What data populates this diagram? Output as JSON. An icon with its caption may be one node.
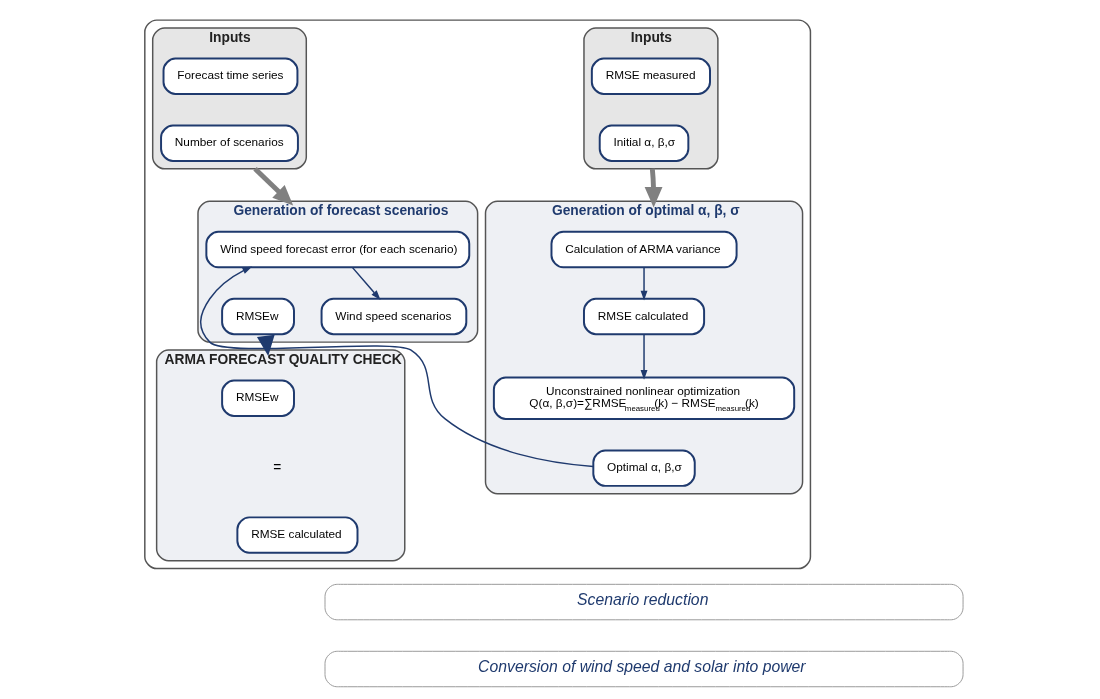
{
  "diagram": {
    "nodes": [
      {
        "text": [],
        "shape": "box"
      },
      {
        "text": [
          "Inputs"
        ],
        "in": 0
      },
      {
        "text": [
          "RMSE measured"
        ],
        "in": 1
      },
      {
        "text": [
          "Initial α, β,σ"
        ],
        "in": 1
      },
      {
        "text": [
          "Generation of optimal α, β, σ"
        ],
        "in": 0
      },
      {
        "text": [
          "Calculation of ARMA variance"
        ],
        "in": 4
      },
      {
        "text": [
          "RMSE calculated"
        ],
        "in": 4
      },
      {
        "text": [
          "Unconstrained nonlinear optimization",
          "Q(α, β,σ)=∑RMSE$_{measured}$(k) − RMSE$_{measured}$(k)"
        ],
        "in": 4
      },
      {
        "text": [
          "Optimal α, β,σ"
        ],
        "in": 4
      },
      {
        "text": [
          "Inputs"
        ],
        "in": 0
      },
      {
        "text": [
          "Forecast time series"
        ],
        "in": 9
      },
      {
        "text": [
          "Number of scenarios"
        ],
        "in": 9
      },
      {
        "text": [
          "Generation of forecast scenarios"
        ],
        "in": 0
      },
      {
        "text": [
          "Wind speed forecast error (for each scenario)"
        ],
        "in": 12
      },
      {
        "text": [
          "Wind speed scenarios"
        ],
        "in": 12
      },
      {
        "text": [
          "RMSEw"
        ],
        "in": 12
      },
      {
        "text": [
          "ARMA FORECAST QUALITY CHECK"
        ],
        "in": 0
      },
      {
        "text": [
          "RMSEw"
        ],
        "in": 16
      },
      {
        "text": [
          "RMSE calculated"
        ],
        "in": 16
      },
      {
        "text": [
          "Scenario reduction"
        ]
      },
      {
        "text": [
          "Conversion of wind speed and solar into power"
        ]
      }
    ],
    "edges": [
      {
        "from": 1,
        "to": 4,
        "arrow": "to",
        "style": "thick",
        "color": "#808080"
      },
      {
        "from": 5,
        "to": 6,
        "arrow": "to"
      },
      {
        "from": 6,
        "to": 7,
        "arrow": "to"
      },
      {
        "from": 8,
        "to": 13,
        "arrow": "to"
      },
      {
        "from": 9,
        "to": 12,
        "arrow": "to",
        "style": "thick",
        "color": "#808080"
      },
      {
        "from": 13,
        "to": 14,
        "arrow": "to"
      },
      {
        "from": 12,
        "to": 16,
        "arrow": "to",
        "style": "thick"
      }
    ],
    "labels": [
      "="
    ]
  }
}
